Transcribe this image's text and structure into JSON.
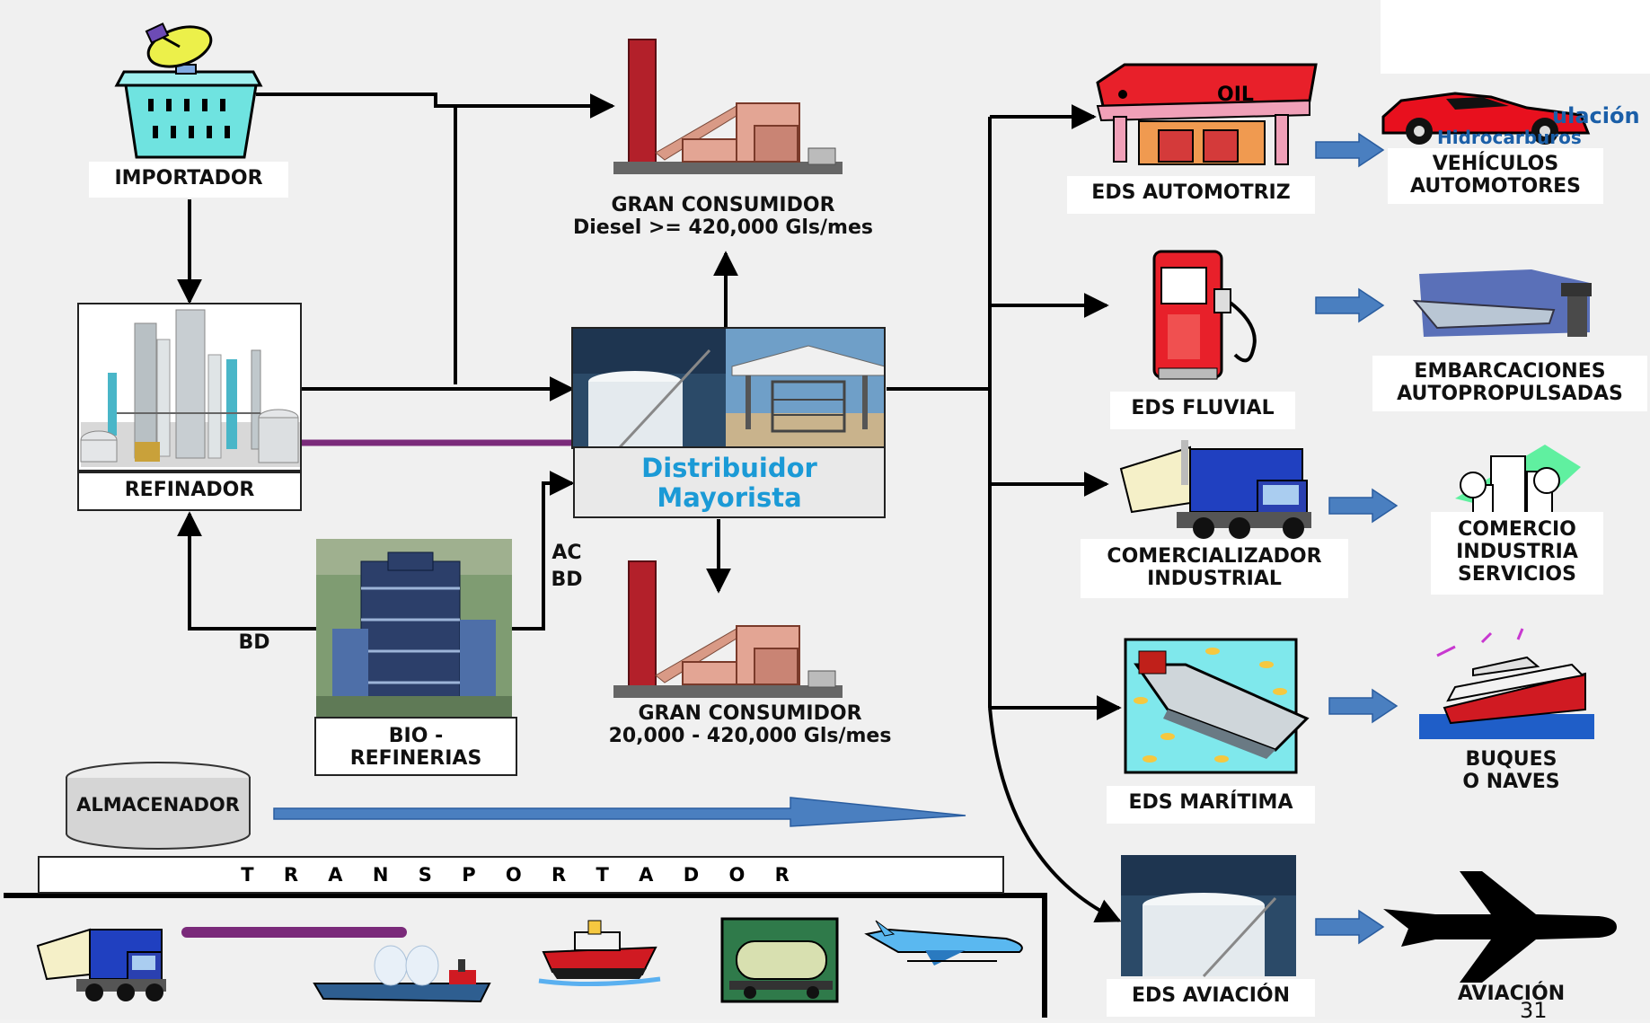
{
  "nodes": {
    "importador": "IMPORTADOR",
    "refinador": "REFINADOR",
    "bio_refinerias": [
      "BIO -",
      "REFINERIAS"
    ],
    "almacenador": "ALMACENADOR",
    "distribuidor": [
      "Distribuidor",
      "Mayorista"
    ],
    "gran_consumidor_1": [
      "GRAN CONSUMIDOR",
      "Diesel >= 420,000 Gls/mes"
    ],
    "gran_consumidor_2": [
      "GRAN CONSUMIDOR",
      "20,000 - 420,000 Gls/mes"
    ],
    "transportador": "T R A N S P O R T A D O R"
  },
  "edge_labels": {
    "bd_left": "BD",
    "ac": "AC",
    "bd_right": "BD"
  },
  "stations": [
    {
      "id": "eds-automotriz",
      "label": [
        "EDS AUTOMOTRIZ"
      ],
      "sign_text": "OIL",
      "target": [
        "VEHÍCULOS",
        "AUTOMOTORES"
      ]
    },
    {
      "id": "eds-fluvial",
      "label": [
        "EDS FLUVIAL"
      ],
      "target": [
        "EMBARCACIONES",
        "AUTOPROPULSADAS"
      ]
    },
    {
      "id": "comercializador-industrial",
      "label": [
        "COMERCIALIZADOR",
        "INDUSTRIAL"
      ],
      "target": [
        "COMERCIO",
        "INDUSTRIA",
        "SERVICIOS"
      ]
    },
    {
      "id": "eds-maritima",
      "label": [
        "EDS MARÍTIMA"
      ],
      "target": [
        "BUQUES",
        "O NAVES"
      ]
    },
    {
      "id": "eds-aviacion",
      "label": [
        "EDS AVIACIÓN"
      ],
      "target": [
        "AVIACIÓN"
      ]
    }
  ],
  "logo": [
    "ulación",
    "Hidrocarburos"
  ],
  "page_number": "31",
  "icons": [
    "satellite-building-icon",
    "refinery-icon",
    "factory-icon",
    "storage-tank-icon",
    "canopy-station-icon",
    "bio-refinery-icon",
    "cylinder-tank-icon",
    "gas-station-icon",
    "fuel-pump-icon",
    "tanker-truck-icon",
    "tanker-ship-icon",
    "airport-tank-icon",
    "sports-car-icon",
    "motorboat-icon",
    "city-buildings-icon",
    "cruise-ship-icon",
    "airplane-silhouette-icon",
    "tugboat-icon",
    "rail-tank-car-icon",
    "jet-plane-icon",
    "pipeline-icon"
  ],
  "colors": {
    "distribuidor_text": "#1b9ad6",
    "pipeline": "#7a2a7a",
    "flow_arrow": "#4a7fc0",
    "chimney": "#b3202a"
  }
}
